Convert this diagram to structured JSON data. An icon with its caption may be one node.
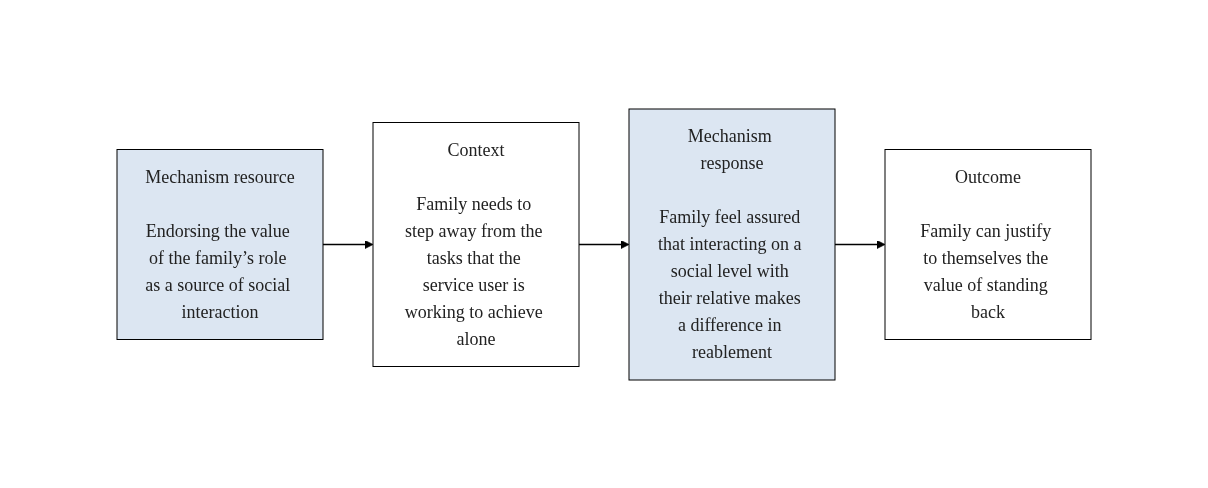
{
  "diagram": {
    "nodes": [
      {
        "text": [
          "Mechanism resource",
          "Endorsing the value of the family’s role as a source of social interaction"
        ]
      },
      {
        "text": [
          "Context",
          "Family needs to step away from the tasks that the service user is working to achieve alone"
        ]
      },
      {
        "text": [
          "Mechanism response",
          "Family feel assured that interacting on a social level with their relative makes a difference in reablement"
        ]
      },
      {
        "text": [
          "Outcome",
          "Family can justify to themselves the value of standing back"
        ]
      }
    ],
    "edges": [
      {
        "from": 0,
        "to": 1,
        "arrow": "to"
      },
      {
        "from": 1,
        "to": 2,
        "arrow": "to"
      },
      {
        "from": 2,
        "to": 3,
        "arrow": "to"
      }
    ]
  }
}
